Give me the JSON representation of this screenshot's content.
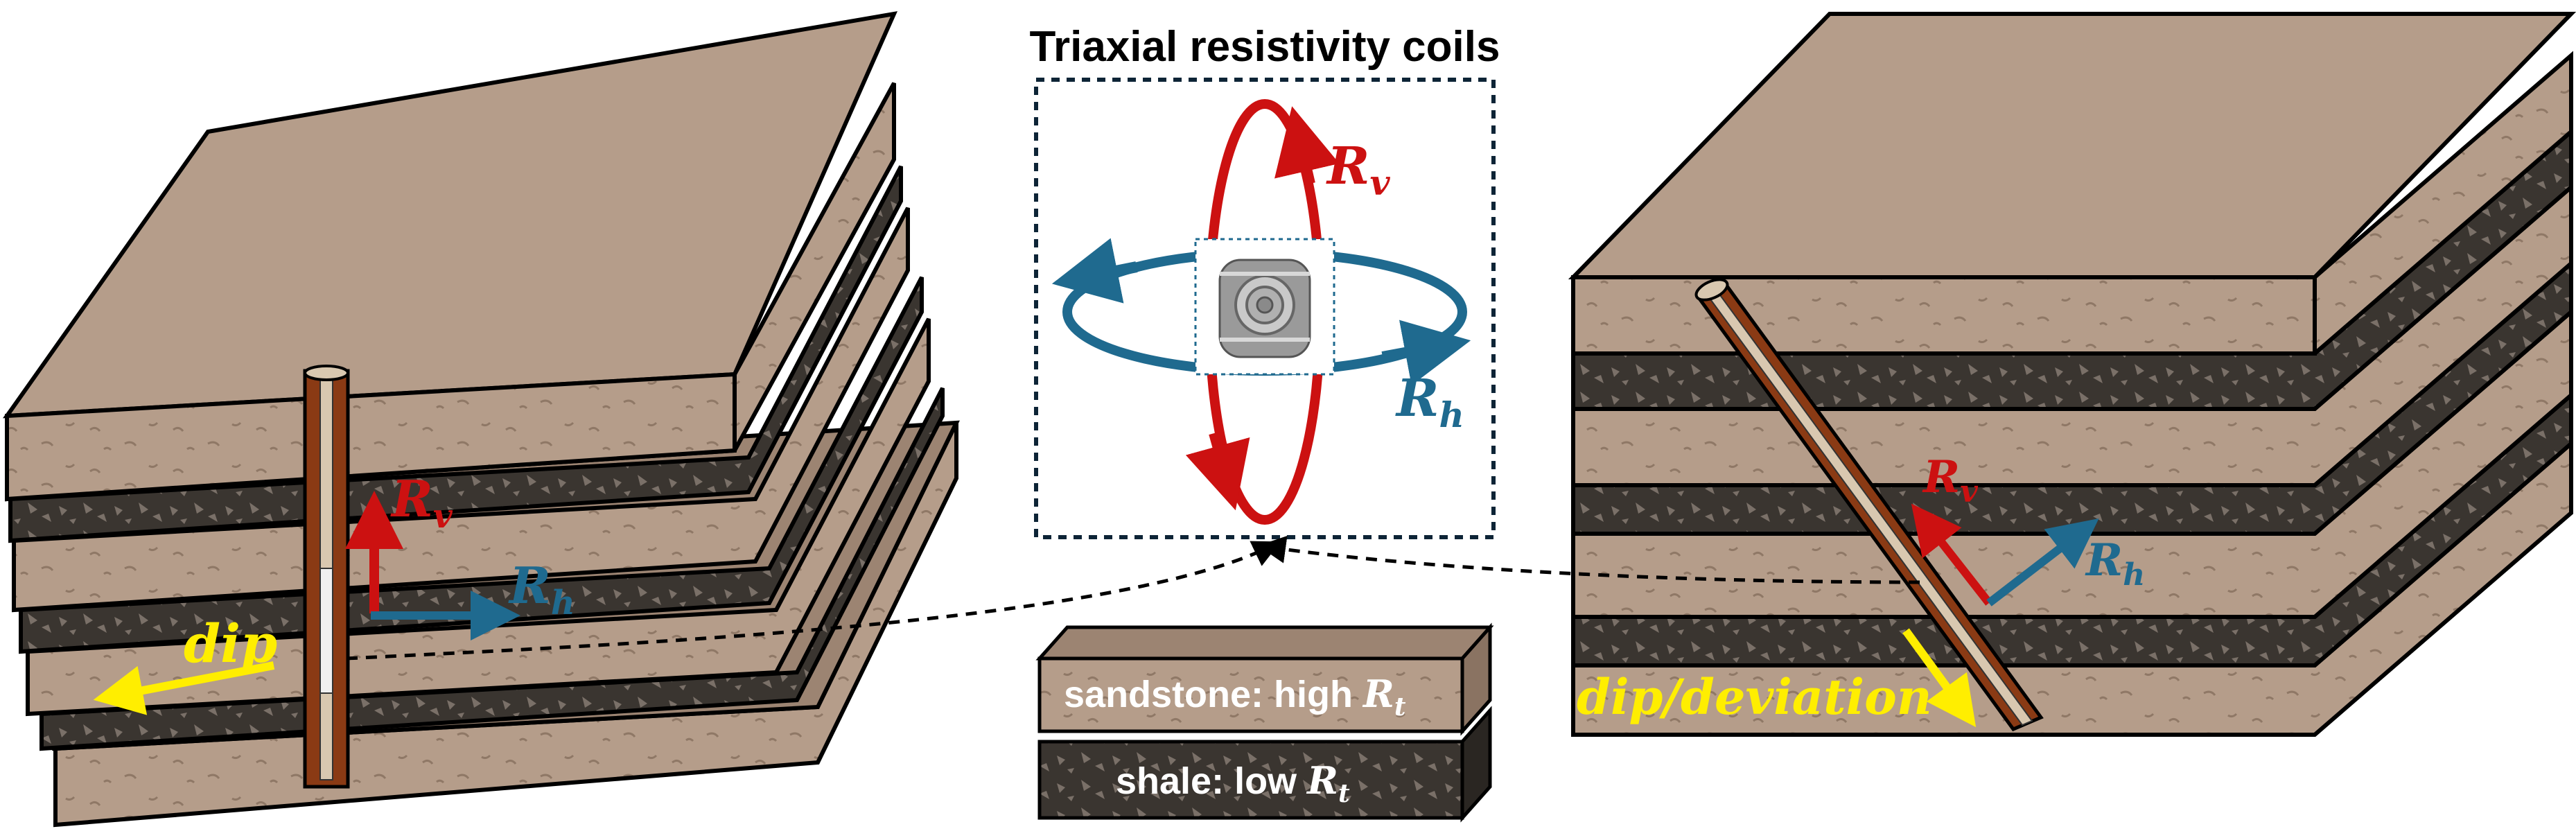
{
  "title": "Triaxial resistivity coils",
  "labels": {
    "rv_main": "R",
    "rv_sub": "v",
    "rh_main": "R",
    "rh_sub": "h",
    "dip": "dip",
    "dip_deviation": "dip/deviation"
  },
  "legend": {
    "sandstone_text": "sandstone: high ",
    "shale_text": "shale: low ",
    "rt_main": "R",
    "rt_sub": "t"
  },
  "colors": {
    "sandstone": "#b59d8a",
    "sandstone_side": "#9c8472",
    "shale": "#3a3530",
    "rv_red": "#cc1111",
    "rh_blue": "#1f6a8f",
    "dip_yellow": "#ffee00",
    "borehole": "#8a3a14"
  }
}
